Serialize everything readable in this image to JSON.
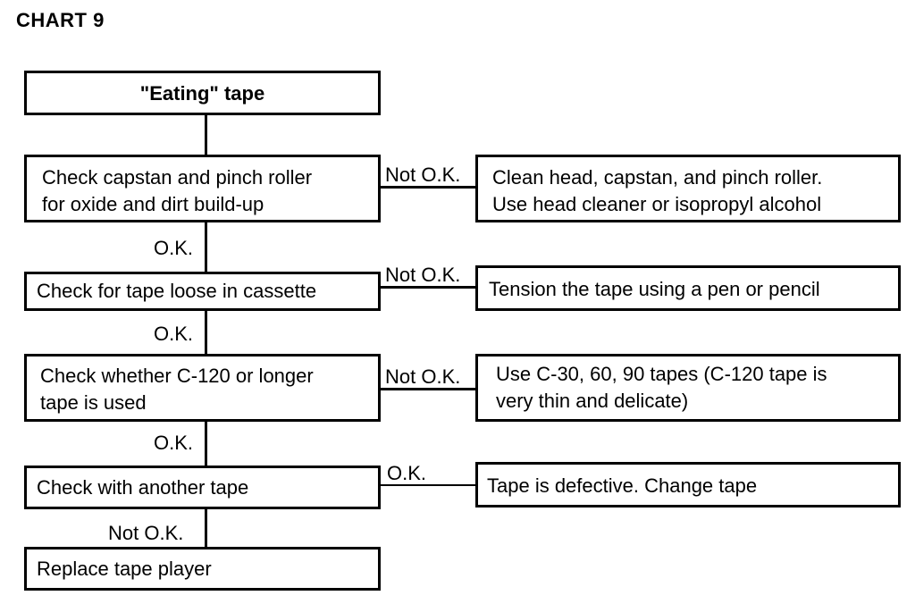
{
  "title": "CHART 9",
  "boxes": {
    "start": "\"Eating\" tape",
    "check_capstan": [
      "Check capstan and pinch roller",
      "for oxide and dirt build-up"
    ],
    "check_loose": "Check for tape loose in cassette",
    "check_length": [
      "Check whether C-120 or longer",
      "tape is used"
    ],
    "check_another": "Check with another tape",
    "replace_player": "Replace tape player"
  },
  "actions": {
    "clean_head": [
      "Clean head, capstan, and pinch roller.",
      "Use head cleaner or isopropyl alcohol"
    ],
    "tension": "Tension the tape using a pen or pencil",
    "use_tapes": [
      "Use C-30, 60, 90 tapes (C-120 tape is",
      "very thin and delicate)"
    ],
    "defective": "Tape is defective. Change tape"
  },
  "labels": {
    "not_ok_1": "Not O.K.",
    "not_ok_2": "Not O.K.",
    "not_ok_3": "Not O.K.",
    "ok_right": "O.K.",
    "ok_1": "O.K.",
    "ok_2": "O.K.",
    "ok_3": "O.K.",
    "not_ok_down": "Not O.K."
  }
}
